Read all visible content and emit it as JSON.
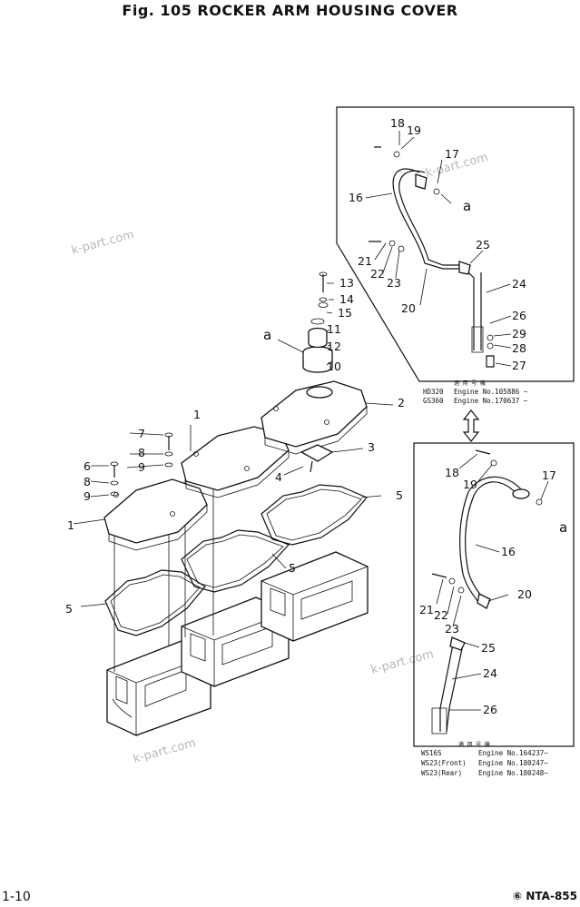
{
  "title": "Fig. 105  ROCKER ARM HOUSING COVER",
  "page_number": "1-10",
  "drawing_code": "⑥ NTA-855",
  "watermark": "k-part.com",
  "callouts_main": {
    "c1a": "1",
    "c1b": "1",
    "c2": "2",
    "c3": "3",
    "c4": "4",
    "c5a": "5",
    "c5b": "5",
    "c5c": "5",
    "c6": "6",
    "c7": "7",
    "c8a": "8",
    "c8b": "8",
    "c9a": "9",
    "c9b": "9",
    "c10": "10",
    "c11": "11",
    "c12": "12",
    "c13": "13",
    "c14": "14",
    "c15": "15",
    "ca": "a"
  },
  "inset_top": {
    "c16": "16",
    "c17": "17",
    "c18": "18",
    "c19": "19",
    "c20": "20",
    "c21": "21",
    "c22": "22",
    "c23": "23",
    "c24": "24",
    "c25": "25",
    "c26": "26",
    "c27": "27",
    "c28": "28",
    "c29": "29",
    "ca": "a",
    "applicability_header": "適 用 号 機",
    "applicability": [
      {
        "model": "HD320",
        "engine": "Engine No.105886 ~"
      },
      {
        "model": "GS360",
        "engine": "Engine No.170637 ~"
      }
    ]
  },
  "inset_bottom": {
    "c16": "16",
    "c17": "17",
    "c18": "18",
    "c19": "19",
    "c20": "20",
    "c21": "21",
    "c22": "22",
    "c23": "23",
    "c24": "24",
    "c25": "25",
    "c26": "26",
    "ca": "a",
    "applicability_header": "適 用 号 機",
    "applicability": [
      {
        "model": "WS16S",
        "engine": "Engine No.164237~"
      },
      {
        "model": "WS23(Front)",
        "engine": "Engine No.180247~"
      },
      {
        "model": "WS23(Rear)",
        "engine": "Engine No.180248~"
      }
    ]
  }
}
